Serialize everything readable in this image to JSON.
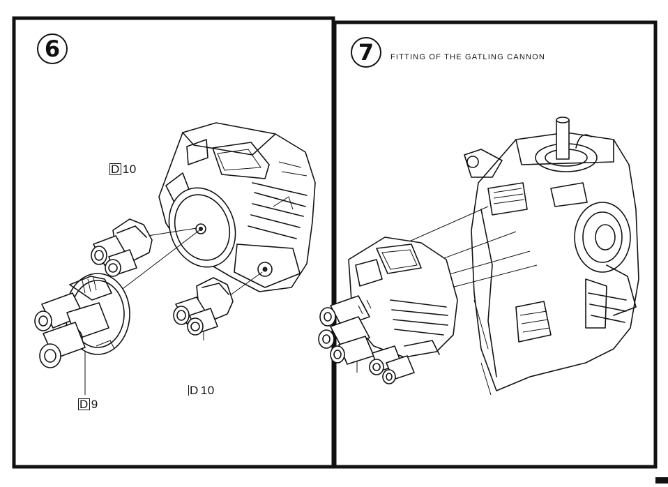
{
  "step6": {
    "number": "6",
    "labels": {
      "upper_part": {
        "box": "D",
        "num": "10"
      },
      "lower_part": {
        "box": "D",
        "num": "10"
      },
      "main_part": {
        "box": "D",
        "num": "9"
      }
    }
  },
  "step7": {
    "number": "7",
    "title": "FITTING OF THE GATLING CANNON"
  }
}
